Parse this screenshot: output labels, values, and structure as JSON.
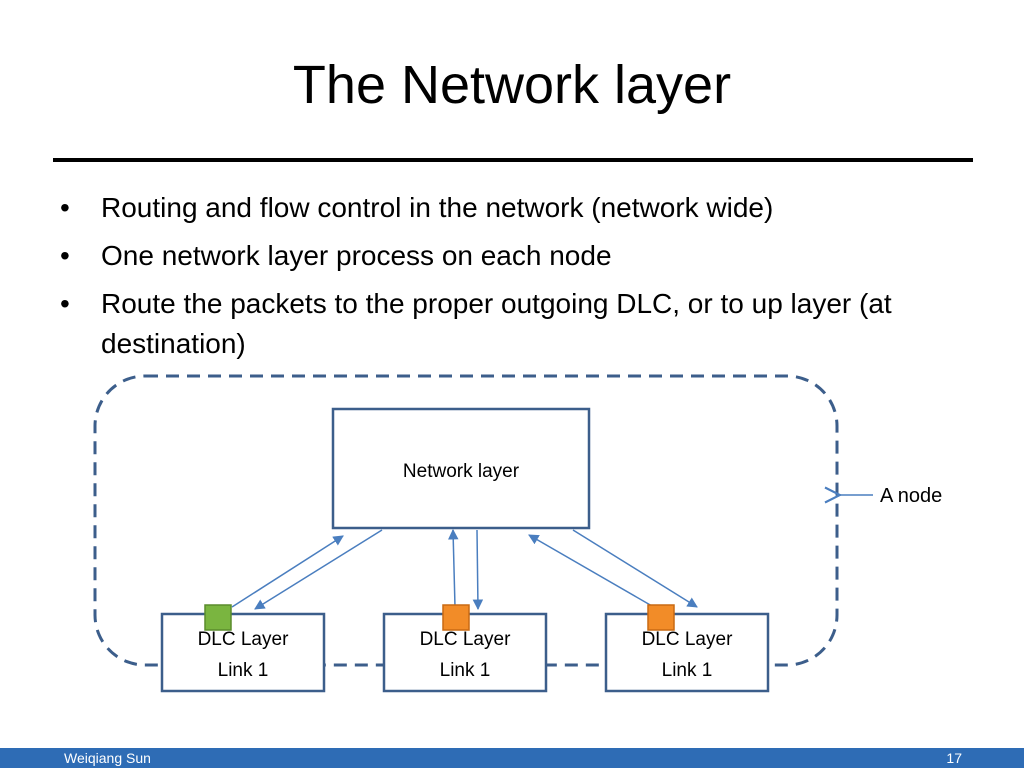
{
  "slide": {
    "title": "The Network layer",
    "bullets": [
      "Routing and flow control in the network (network wide)",
      "One network layer process on each node",
      "Route the packets to the proper outgoing DLC, or to up layer (at destination)"
    ]
  },
  "diagram": {
    "network_box_label": "Network layer",
    "node_label": "A node",
    "dlc_boxes": [
      {
        "line1": "DLC Layer",
        "line2": "Link 1",
        "port_color": "#7ab540"
      },
      {
        "line1": "DLC Layer",
        "line2": "Link 1",
        "port_color": "#f28c28"
      },
      {
        "line1": "DLC Layer",
        "line2": "Link 1",
        "port_color": "#f28c28"
      }
    ],
    "colors": {
      "box_border": "#3c5e8b",
      "arrow": "#4a7ebf",
      "dashed_outline": "#3c5e8b"
    }
  },
  "footer": {
    "author": "Weiqiang Sun",
    "page_number": "17",
    "bar_color": "#2e6cb5"
  }
}
